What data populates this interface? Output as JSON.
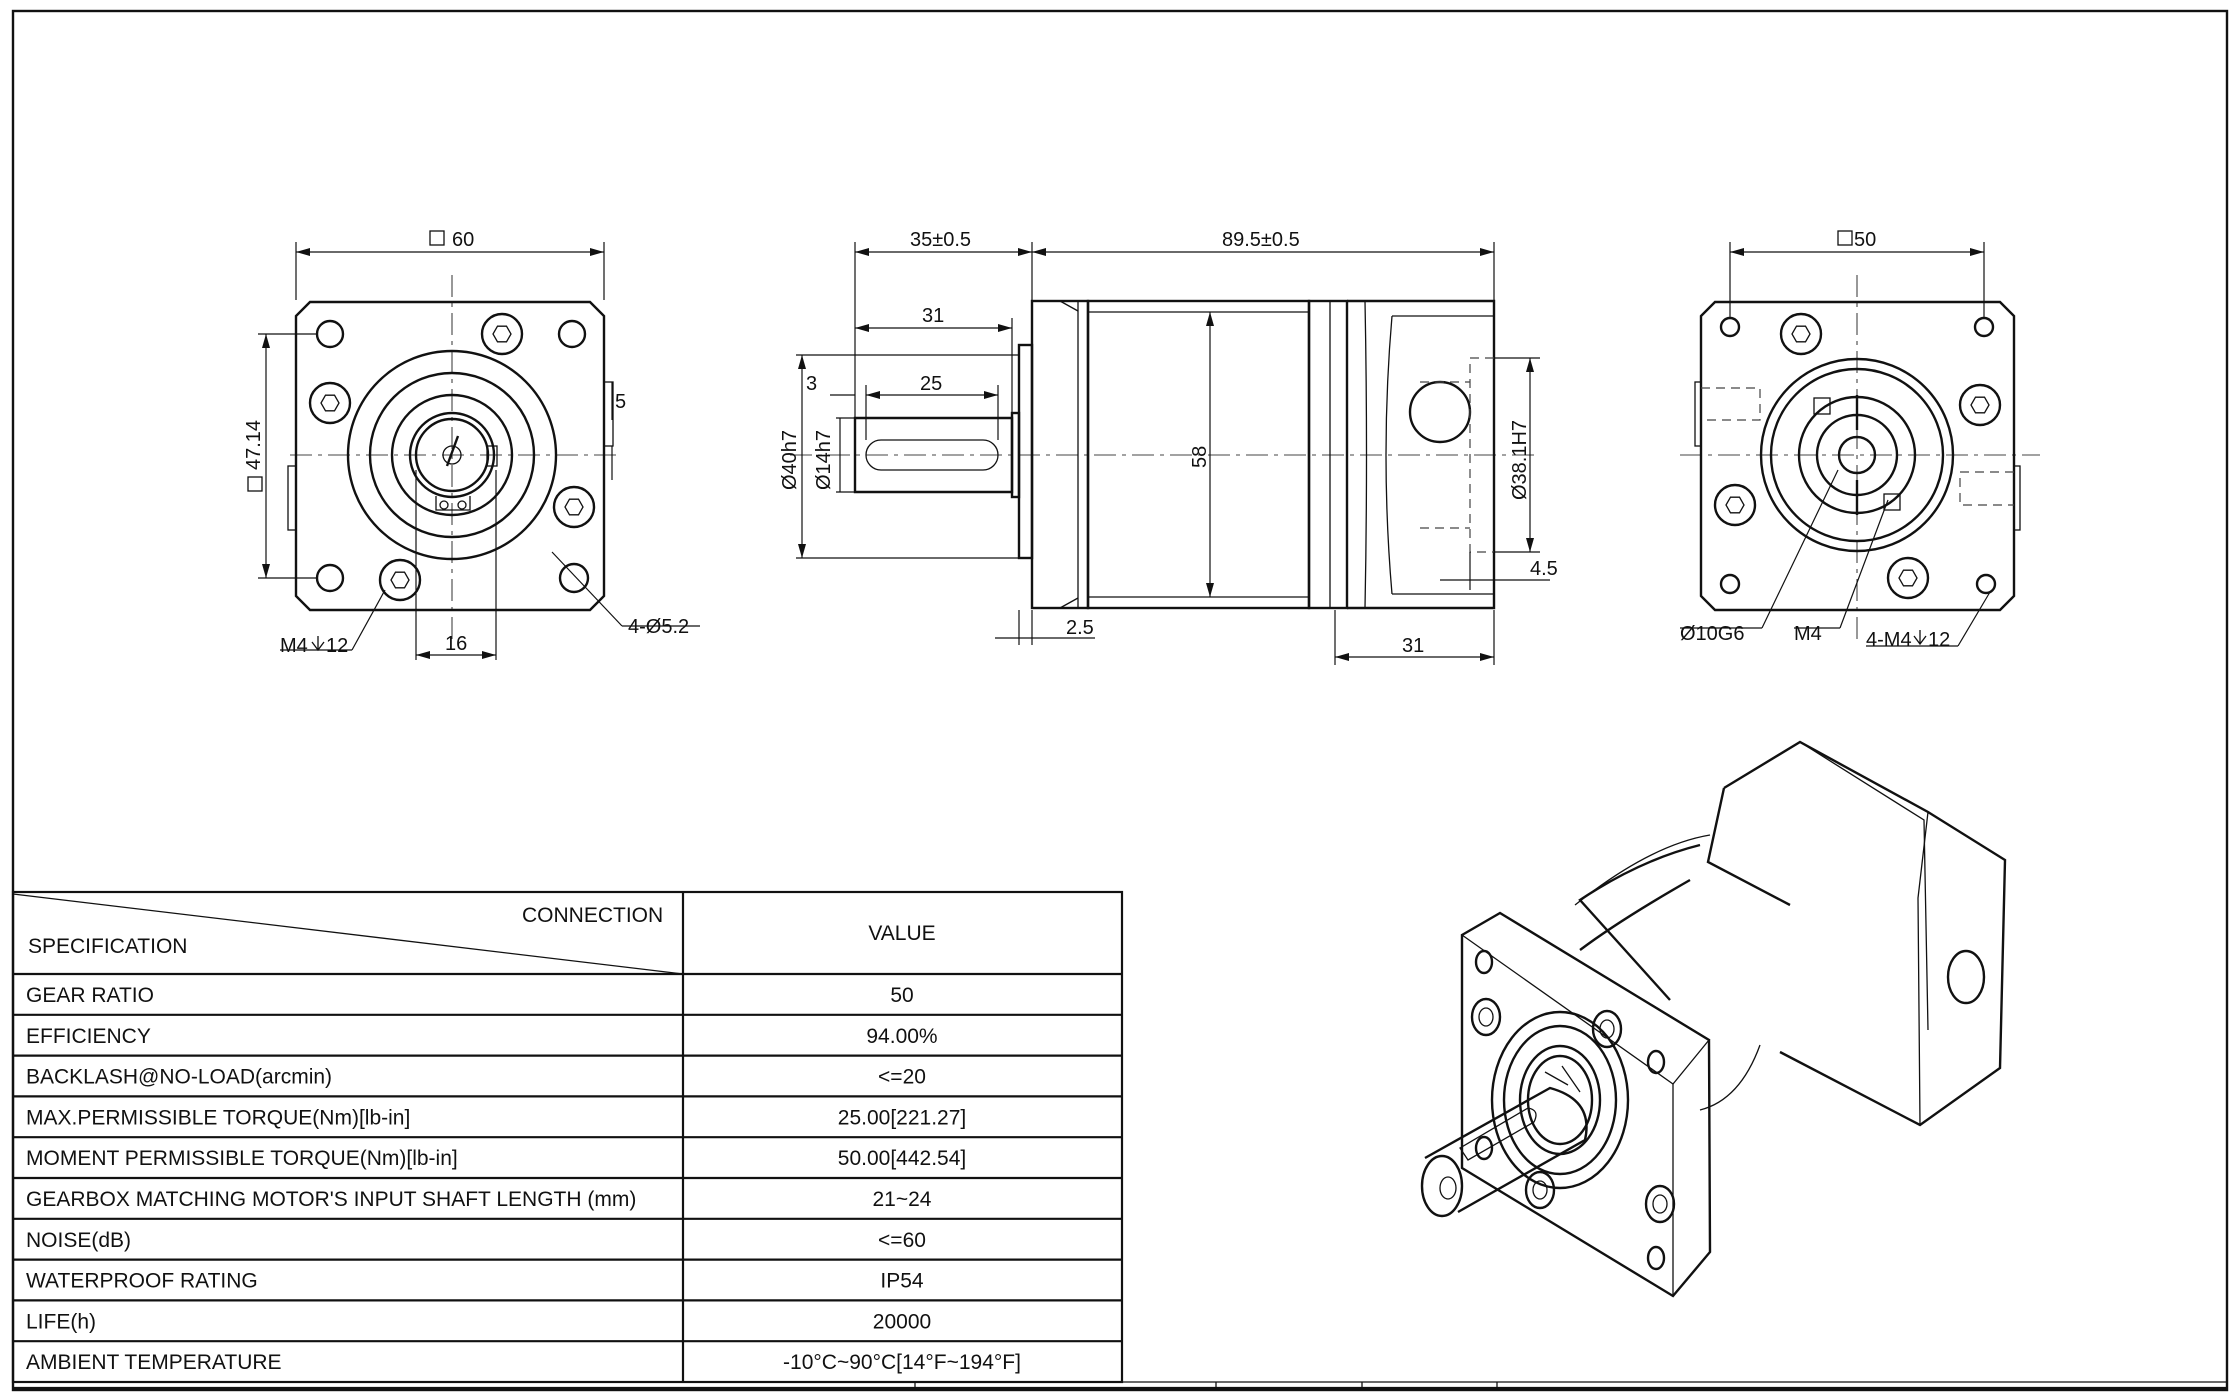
{
  "dimensions": {
    "front_square": "60",
    "front_bolt_spacing": "47.14",
    "front_offset": "5",
    "front_key": "16",
    "front_tap": "M4",
    "front_tap_depth": "12",
    "front_holes": "4-Ø5.2",
    "side_shaft_len": "35±0.5",
    "side_body_len": "89.5±0.5",
    "side_key_len": "31",
    "side_key_offset": "3",
    "side_key_width": "25",
    "side_pilot_dia": "Ø40h7",
    "side_shaft_dia": "Ø14h7",
    "side_height": "58",
    "side_bore_dia": "Ø38.1H7",
    "side_bore_depth": "4.5",
    "side_flange": "2.5",
    "side_rear_len": "31",
    "rear_square": "50",
    "rear_bore": "Ø10G6",
    "rear_screw": "M4",
    "rear_taps": "4-M4",
    "rear_tap_depth": "12"
  },
  "spec_table": {
    "header_connection": "CONNECTION",
    "header_specification": "SPECIFICATION",
    "header_value": "VALUE",
    "rows": [
      {
        "label": "GEAR RATIO",
        "value": "50"
      },
      {
        "label": "EFFICIENCY",
        "value": "94.00%"
      },
      {
        "label": "BACKLASH@NO-LOAD(arcmin)",
        "value": "<=20"
      },
      {
        "label": "MAX.PERMISSIBLE TORQUE(Nm)[lb-in]",
        "value": "25.00[221.27]"
      },
      {
        "label": "MOMENT PERMISSIBLE TORQUE(Nm)[lb-in]",
        "value": "50.00[442.54]"
      },
      {
        "label": "GEARBOX MATCHING MOTOR'S INPUT SHAFT LENGTH (mm)",
        "value": "21~24"
      },
      {
        "label": "NOISE(dB)",
        "value": "<=60"
      },
      {
        "label": "WATERPROOF RATING",
        "value": "IP54"
      },
      {
        "label": "LIFE(h)",
        "value": "20000"
      },
      {
        "label": "AMBIENT TEMPERATURE",
        "value": "-10°C~90°C[14°F~194°F]"
      }
    ]
  }
}
